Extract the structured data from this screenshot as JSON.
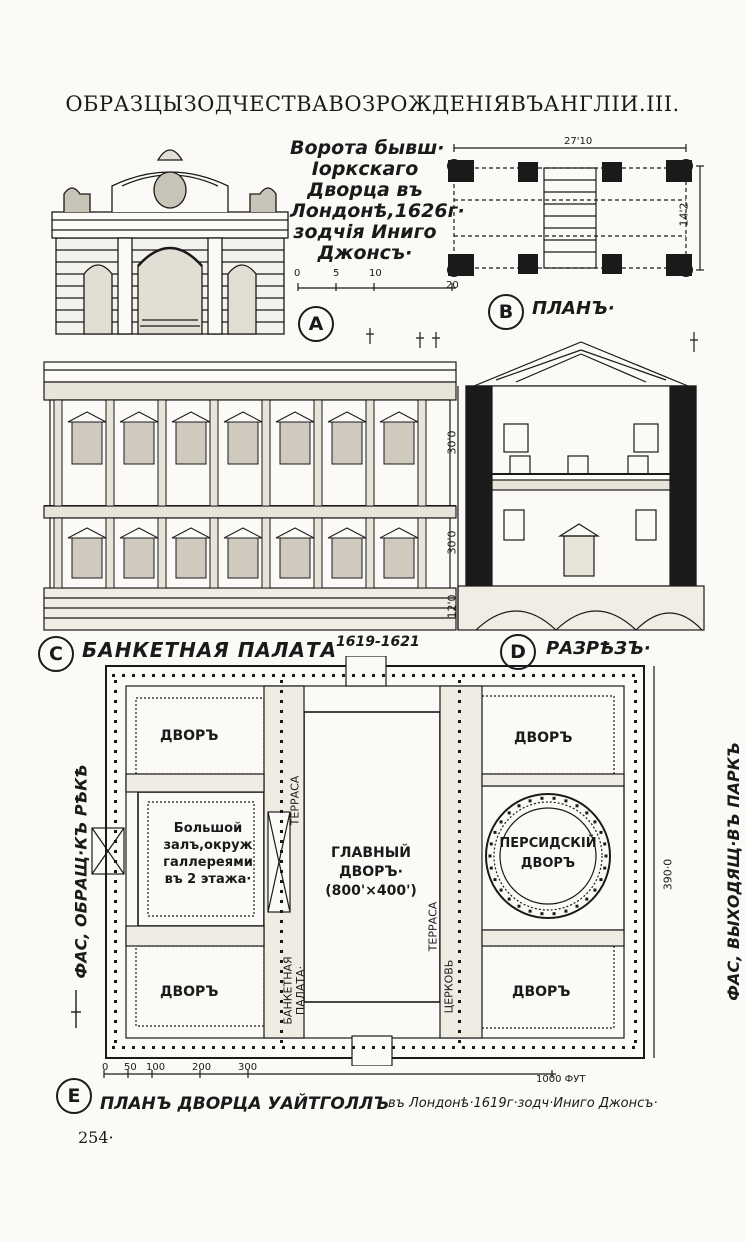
{
  "page_title": "ОБРАЗЦЫЗОДЧЕСТВАВОЗРОЖДЕНІЯВЪАНГЛІИ.III.",
  "gate": {
    "caption_lines": [
      "Ворота бывш·",
      "Іоркскаго",
      "Дворца въ",
      "Лондонѣ,1626г·",
      "зодчія Иниго",
      "Джонсъ·"
    ],
    "letter": "A",
    "scale_labels": [
      "0",
      "5",
      "10",
      "20"
    ]
  },
  "gate_plan": {
    "letter": "B",
    "caption": "ПЛАНЪ·",
    "dim_width": "27'10",
    "dim_depth": "14'2"
  },
  "banqueting": {
    "letter": "C",
    "caption": "БАНКЕТНАЯ ПАЛАТА",
    "years": "1619-1621"
  },
  "section": {
    "letter": "D",
    "caption": "РАЗРѢЗЪ·",
    "dims": [
      "30'0",
      "30'0",
      "12'0"
    ]
  },
  "whitehall": {
    "letter": "E",
    "caption": "ПЛАНЪ ДВОРЦА УАЙТГОЛЛЪ",
    "caption_rest": "въ Лондонѣ·1619г·зодч·Иниго Джонсъ·",
    "courts": [
      "ДВОРЪ",
      "ДВОРЪ",
      "ДВОРЪ",
      "ДВОРЪ"
    ],
    "great_hall": [
      "Большой",
      "залъ,окруж",
      "галлереями",
      "въ 2 этажа·"
    ],
    "main_court": [
      "ГЛАВНЫЙ",
      "ДВОРЪ·",
      "(800'×400')"
    ],
    "persian_court": [
      "ПЕРСИДСКІЙ",
      "ДВОРЪ"
    ],
    "terrace_label": "ТЕРРАСА",
    "banquet_label_1": "БАНКЕТНАЯ",
    "banquet_label_2": "ПАЛАТА·",
    "church_label": "ЦЕРКОВЬ",
    "left_facade": "ФАС, ОБРАЩ·КЪ РѢКѢ",
    "right_facade": "ФАС, ВЫХОДЯЩ·ВЪ ПАРКЪ",
    "dim_390": "390·0",
    "scale_labels": [
      "0",
      "50",
      "100",
      "200",
      "300"
    ],
    "scale_end": "1000 ФУТ"
  },
  "page_number": "254·"
}
